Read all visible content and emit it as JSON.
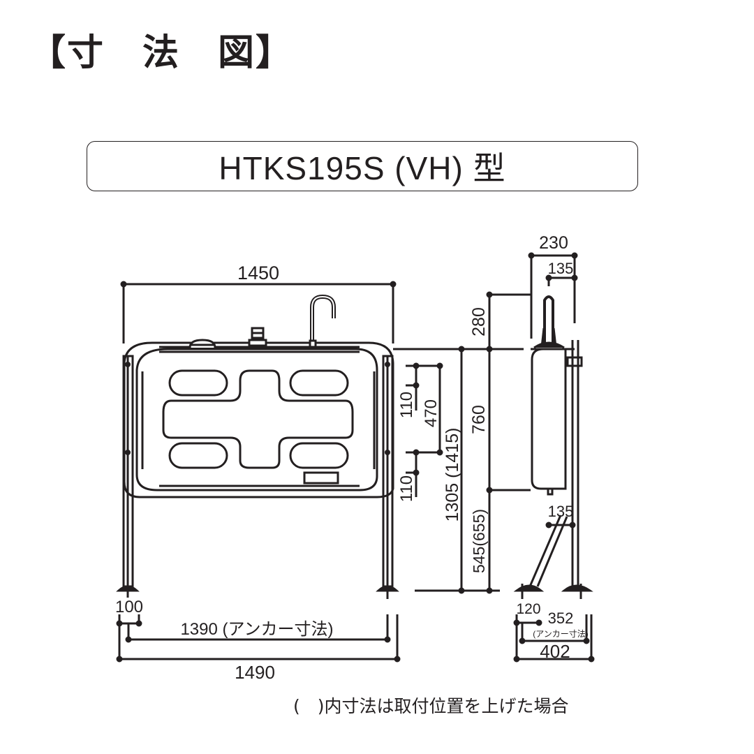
{
  "heading": "【寸　法　図】",
  "model": {
    "label": "HTKS195S (VH) 型"
  },
  "front_view": {
    "overall_top_width": "1450",
    "dim_110_upper": "110",
    "dim_470": "470",
    "dim_110_lower": "110",
    "dim_height_total": "1305 (1415)",
    "dim_100": "100",
    "dim_anchor_width": "1390 (アンカー寸法)",
    "dim_overall_base_width": "1490"
  },
  "side_view": {
    "dim_230": "230",
    "dim_135_top": "135",
    "dim_280": "280",
    "dim_760": "760",
    "dim_545": "545(655)",
    "dim_135_brace": "135",
    "dim_120": "120",
    "dim_352": "352",
    "dim_352_note": "(アンカー寸法)",
    "dim_402": "402"
  },
  "footnote": "(　)内寸法は取付位置を上げた場合",
  "colors": {
    "line": "#231f20",
    "background": "#ffffff"
  }
}
